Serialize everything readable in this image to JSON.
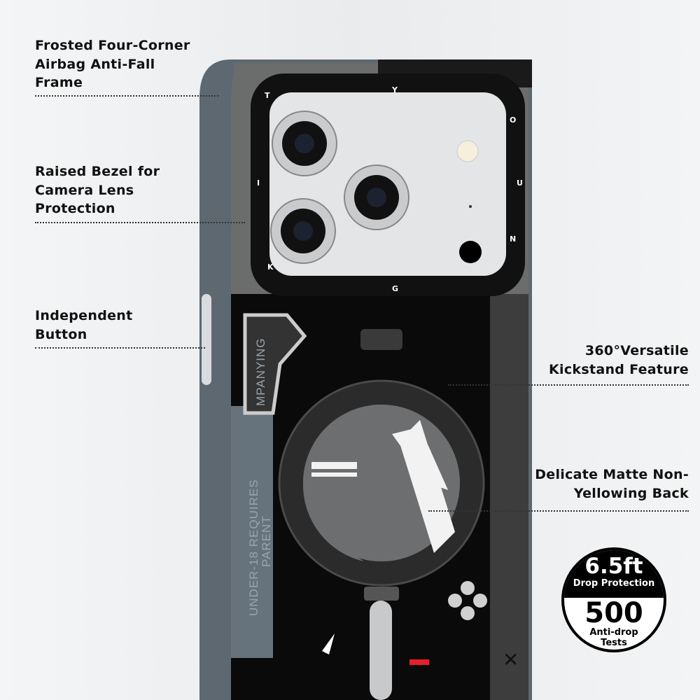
{
  "features_left": [
    {
      "lines": [
        "Frosted Four-Corner",
        "Airbag Anti-Fall",
        "Frame"
      ]
    },
    {
      "lines": [
        "Raised Bezel for",
        "Camera Lens",
        "Protection"
      ]
    },
    {
      "lines": [
        "Independent",
        "Button"
      ]
    }
  ],
  "features_right": [
    {
      "lines": [
        "360°Versatile",
        "Kickstand Feature"
      ]
    },
    {
      "lines": [
        "Delicate Matte Non-",
        "Yellowing Back"
      ]
    }
  ],
  "badge": {
    "drop_height": "6.5ft",
    "drop_label": "Drop Protection",
    "tests_count": "500",
    "tests_label_1": "Anti-drop",
    "tests_label_2": "Tests"
  },
  "bezel_letters": [
    "Y",
    "O",
    "U",
    "N",
    "G",
    "K",
    "I",
    "T"
  ],
  "case_print": {
    "panel_text": "MPANYING",
    "side_text_1": "UNDER-18 REQUIRES",
    "side_text_2": "PARENT"
  }
}
